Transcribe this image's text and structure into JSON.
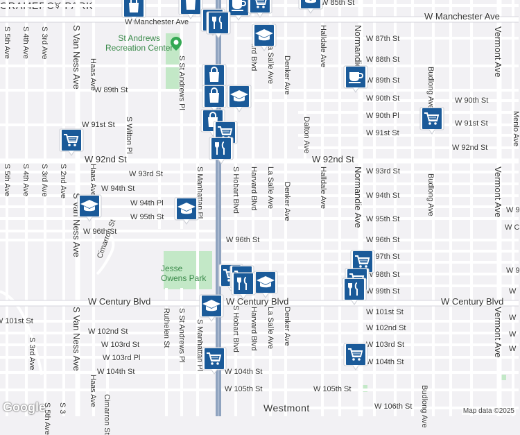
{
  "map": {
    "attribution": "Map data ©2025",
    "logo": "Google",
    "neighborhoods": [
      "GRAMERCY PARK",
      "Westmont"
    ],
    "parks": [
      "St Andrews\nRecreation Center",
      "Jesse\nOwens Park"
    ],
    "streets_h": [
      {
        "label": "W 85th St"
      },
      {
        "label": "W Manchester Ave"
      },
      {
        "label": "W Manchester Ave"
      },
      {
        "label": "W 87th St"
      },
      {
        "label": "W 88th St"
      },
      {
        "label": "W 89th St"
      },
      {
        "label": "W 89th St"
      },
      {
        "label": "W 90th St"
      },
      {
        "label": "W 90th St"
      },
      {
        "label": "W 90th Pl"
      },
      {
        "label": "W 91st St"
      },
      {
        "label": "W 91st St"
      },
      {
        "label": "W 91st St"
      },
      {
        "label": "W 92nd St"
      },
      {
        "label": "W 92nd St"
      },
      {
        "label": "W 92nd St"
      },
      {
        "label": "W 93rd St"
      },
      {
        "label": "W 93rd St"
      },
      {
        "label": "W 94th St"
      },
      {
        "label": "W 94th St"
      },
      {
        "label": "W 94th Pl"
      },
      {
        "label": "W 95th St"
      },
      {
        "label": "W 95th St"
      },
      {
        "label": "W 96th St"
      },
      {
        "label": "W 96th St"
      },
      {
        "label": "W 96th St"
      },
      {
        "label": "W 97th St"
      },
      {
        "label": "W 98th St"
      },
      {
        "label": "W 99th St"
      },
      {
        "label": "W Century Blvd"
      },
      {
        "label": "W Century Blvd"
      },
      {
        "label": "W 101st St"
      },
      {
        "label": "W 101st St"
      },
      {
        "label": "W 102nd St"
      },
      {
        "label": "W 102nd St"
      },
      {
        "label": "W 103rd St"
      },
      {
        "label": "W 103rd St"
      },
      {
        "label": "W 103rd Pl"
      },
      {
        "label": "W 104th St"
      },
      {
        "label": "W 104th St"
      },
      {
        "label": "W 104th St"
      },
      {
        "label": "W 105th St"
      },
      {
        "label": "W 105th St"
      },
      {
        "label": "W 106th St"
      }
    ],
    "streets_v": [
      {
        "label": "S 5th Ave"
      },
      {
        "label": "S 4th Ave"
      },
      {
        "label": "S 3rd Ave"
      },
      {
        "label": "S 2nd Ave"
      },
      {
        "label": "S Van Ness Ave"
      },
      {
        "label": "S Van Ness Ave"
      },
      {
        "label": "Haas Ave"
      },
      {
        "label": "Haas Ave"
      },
      {
        "label": "S Wilton Pl"
      },
      {
        "label": "S St Andrews Pl"
      },
      {
        "label": "S Manhattan Pl"
      },
      {
        "label": "S Hobart Blvd"
      },
      {
        "label": "S Hobart Blvd"
      },
      {
        "label": "Harvard Blvd"
      },
      {
        "label": "Harvard Blvd"
      },
      {
        "label": "La Salle Ave"
      },
      {
        "label": "La Salle Ave"
      },
      {
        "label": "Denker Ave"
      },
      {
        "label": "Denker Ave"
      },
      {
        "label": "Denker Ave"
      },
      {
        "label": "Dalton Ave"
      },
      {
        "label": "Halldale Ave"
      },
      {
        "label": "Halldale Ave"
      },
      {
        "label": "Normandie Ave"
      },
      {
        "label": "Normandie Ave"
      },
      {
        "label": "Budlong Ave"
      },
      {
        "label": "Budlong Ave"
      },
      {
        "label": "Budlong Ave"
      },
      {
        "label": "Vermont Ave"
      },
      {
        "label": "Vermont Ave"
      },
      {
        "label": "Ruthelen St"
      },
      {
        "label": "S St Andrews Pl"
      },
      {
        "label": "Cimarron St"
      },
      {
        "label": "Cimarron St"
      },
      {
        "label": "S 3rd Ave"
      },
      {
        "label": "S 5th Ave"
      },
      {
        "label": "Haas Ave"
      },
      {
        "label": "S Manhattan Pl"
      }
    ],
    "pins": [
      {
        "kind": "shopping-bag"
      },
      {
        "kind": "shopping-bag"
      },
      {
        "kind": "restaurant"
      },
      {
        "kind": "cafe"
      },
      {
        "kind": "shopping-cart"
      },
      {
        "kind": "school"
      },
      {
        "kind": "restaurant"
      },
      {
        "kind": "school"
      },
      {
        "kind": "cafe"
      },
      {
        "kind": "shopping-bag"
      },
      {
        "kind": "shopping-bag"
      },
      {
        "kind": "school"
      },
      {
        "kind": "shopping-bag"
      },
      {
        "kind": "shopping-cart"
      },
      {
        "kind": "restaurant"
      },
      {
        "kind": "shopping-cart"
      },
      {
        "kind": "shopping-cart"
      },
      {
        "kind": "school"
      },
      {
        "kind": "school"
      },
      {
        "kind": "shopping-cart"
      },
      {
        "kind": "shopping-cart"
      },
      {
        "kind": "restaurant"
      },
      {
        "kind": "school"
      },
      {
        "kind": "shopping-cart"
      },
      {
        "kind": "shopping-cart"
      },
      {
        "kind": "restaurant"
      },
      {
        "kind": "school"
      },
      {
        "kind": "shopping-cart"
      },
      {
        "kind": "shopping-cart"
      },
      {
        "kind": "park-marker"
      }
    ]
  }
}
